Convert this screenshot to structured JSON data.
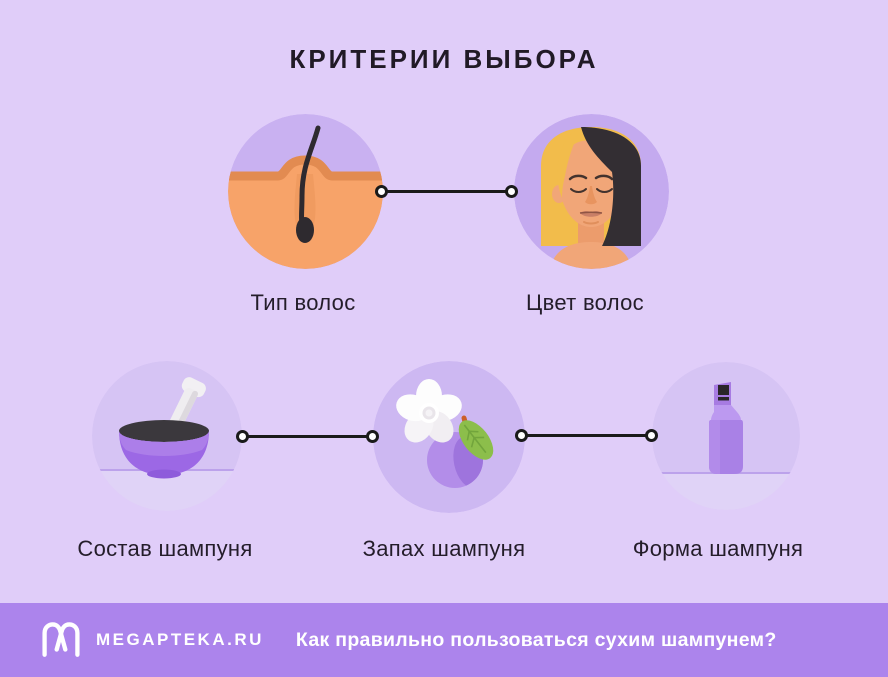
{
  "title": "КРИТЕРИИ ВЫБОРА",
  "criteria": {
    "top": [
      {
        "label": "Тип волос",
        "icon": "hair-follicle-icon"
      },
      {
        "label": "Цвет волос",
        "icon": "hair-color-face-icon"
      }
    ],
    "bottom": [
      {
        "label": "Состав шампуня",
        "icon": "mortar-pestle-icon"
      },
      {
        "label": "Запах шампуня",
        "icon": "flower-plum-scent-icon"
      },
      {
        "label": "Форма шампуня",
        "icon": "spray-bottle-icon"
      }
    ]
  },
  "footer": {
    "brand": "MEGAPTEKA.RU",
    "logo": "megapteka-m-logo",
    "question": "Как правильно пользоваться сухим шампунем?"
  },
  "colors": {
    "page_bg": "#E0CDF9",
    "footer_bg": "#AC84EC",
    "title_text": "#211A26",
    "footer_text": "#FFFFFF",
    "circle_light": "#D6C4F4",
    "circle_medium": "#C9B1F1",
    "circle_deep": "#C4AAEF",
    "connector": "#1A1A1A",
    "skin_orange": "#F7A369",
    "hair_yellow": "#F2BC4B",
    "hair_dark": "#332E33",
    "mortar_purple": "#9C68E5",
    "plum_purple": "#B38DE9",
    "leaf_green": "#8CBE4B",
    "bottle_purple": "#A981E6"
  }
}
